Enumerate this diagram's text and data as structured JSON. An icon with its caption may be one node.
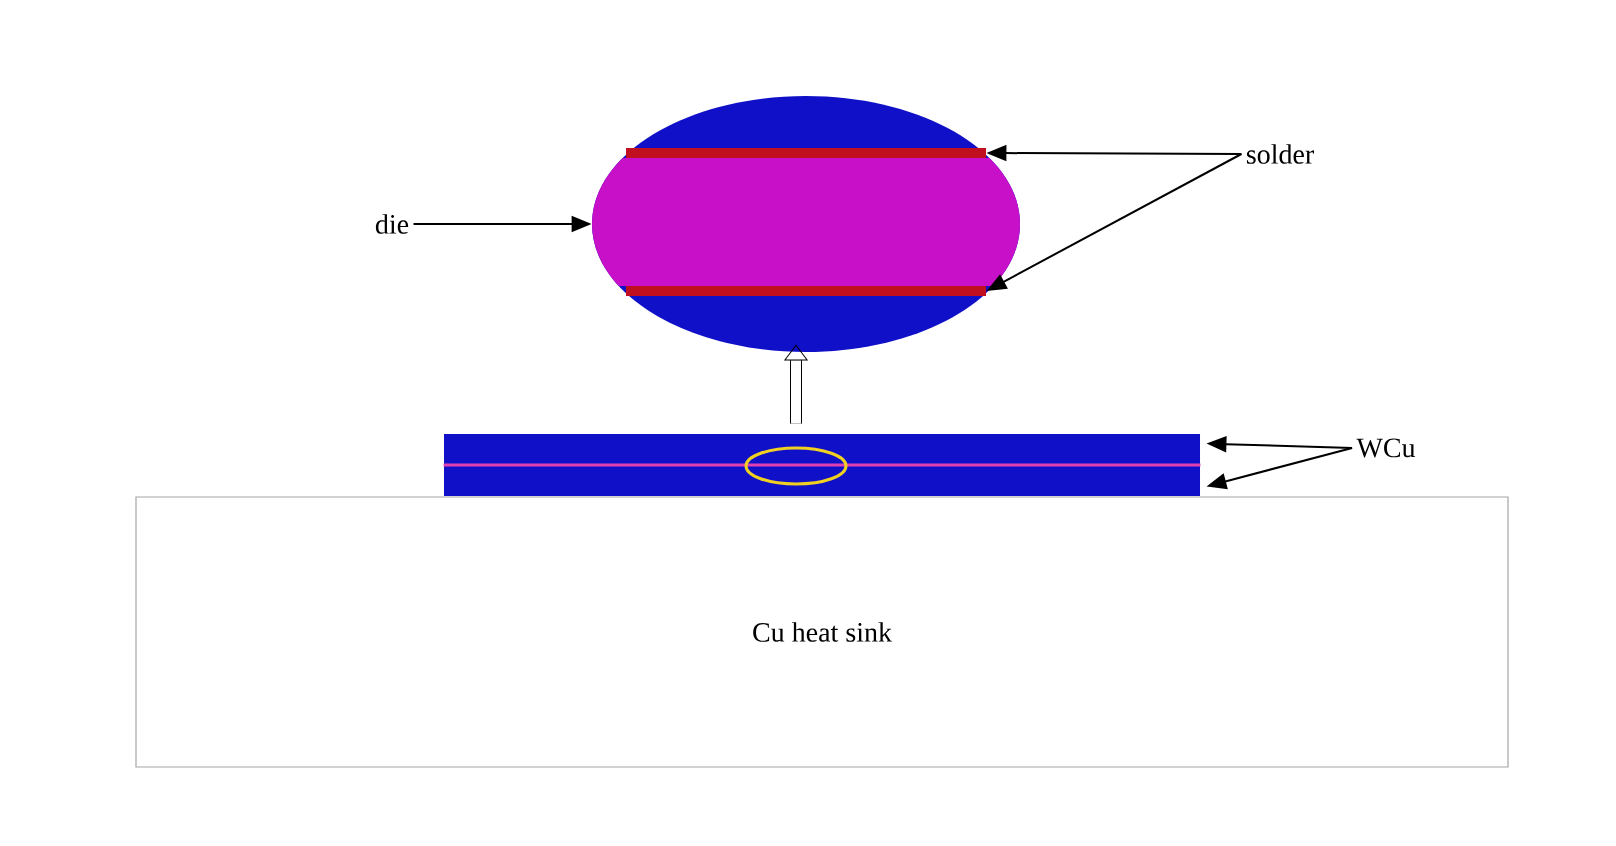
{
  "diagram": {
    "nodes": [
      {
        "text": [
          "die"
        ]
      },
      {
        "text": [
          "solder"
        ]
      },
      {
        "text": [
          "WCu"
        ]
      },
      {
        "text": [
          "Cu heat sink"
        ]
      },
      {
        "text": [],
        "shape": "bar"
      },
      {
        "text": [],
        "shape": "ellipse",
        "in": 4
      },
      {
        "text": [],
        "shape": "ellipse"
      },
      {
        "text": [],
        "shape": "bar",
        "in": 6
      },
      {
        "text": [],
        "shape": "bar",
        "in": 6
      }
    ],
    "edges": [
      {
        "from": 0,
        "to": 6,
        "arrow": "to"
      },
      {
        "from": 1,
        "to": 7,
        "arrow": "to"
      },
      {
        "from": 1,
        "to": 8,
        "arrow": "to"
      },
      {
        "from": 2,
        "to": 4,
        "arrow": "to"
      },
      {
        "from": 2,
        "to": 4,
        "arrow": "to"
      },
      {
        "from": 4,
        "to": 6,
        "arrow": "to",
        "style": "thick"
      }
    ]
  }
}
